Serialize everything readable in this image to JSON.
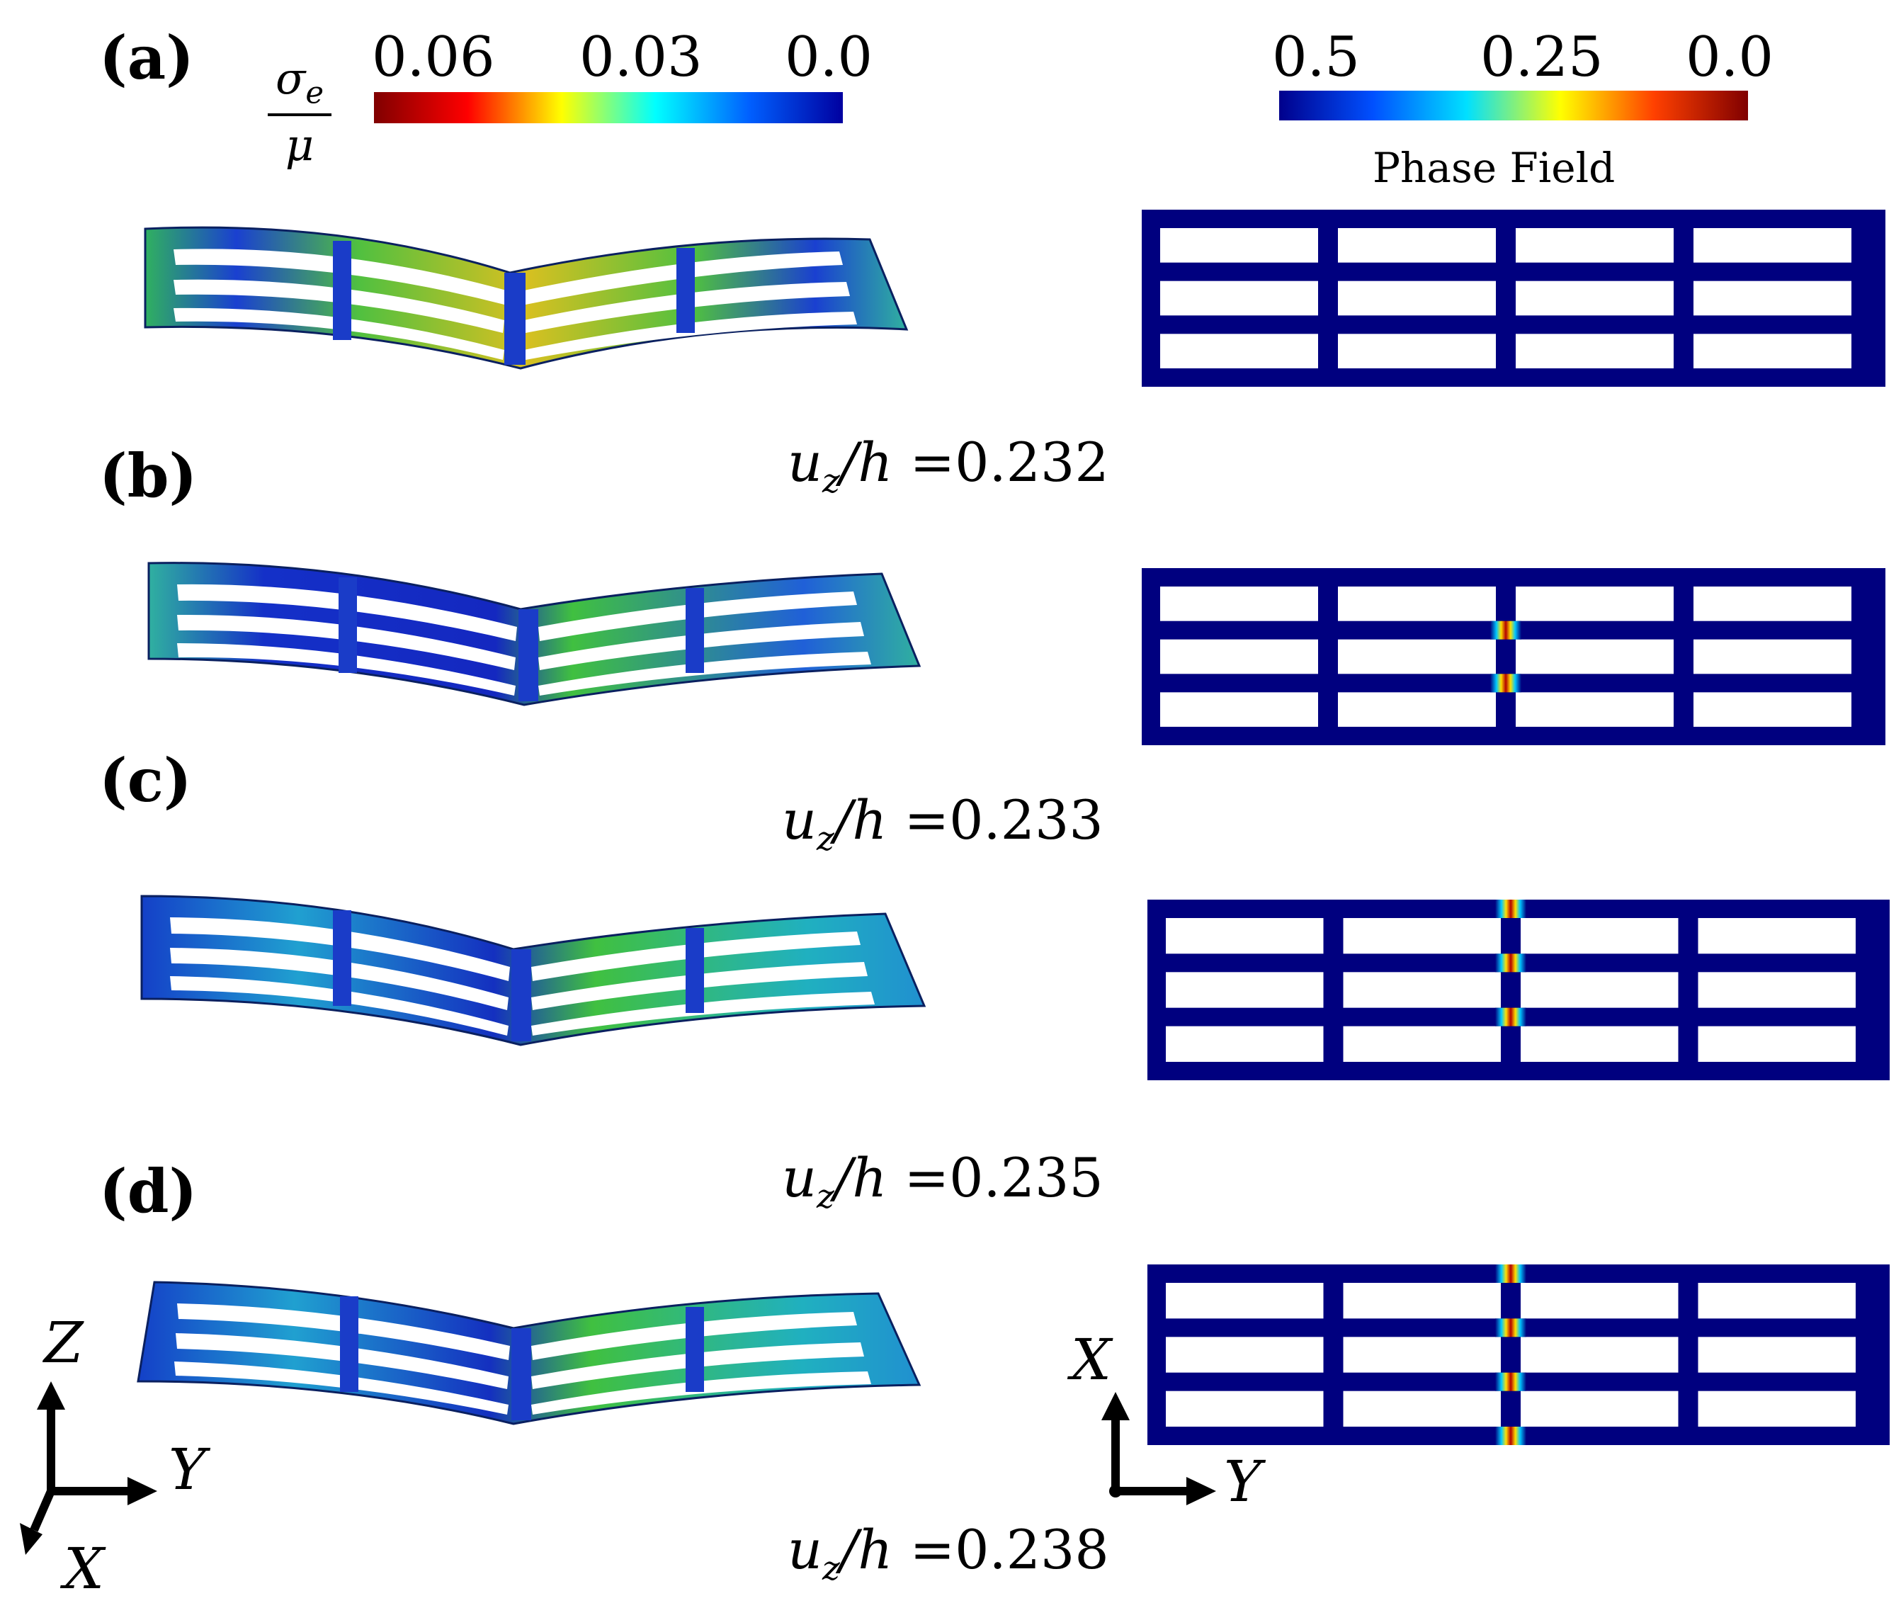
{
  "panels": [
    {
      "label": "(a)",
      "uz_value": "0.232"
    },
    {
      "label": "(b)",
      "uz_value": "0.233"
    },
    {
      "label": "(c)",
      "uz_value": "0.235"
    },
    {
      "label": "(d)",
      "uz_value": "0.238"
    }
  ],
  "uz_prefix": "u",
  "uz_sub": "z",
  "uz_mid": "/h =",
  "stress_bar": {
    "symbol": "σ",
    "symbol_sub": "e",
    "denominator": "μ",
    "ticks": [
      "0.06",
      "0.03",
      "0.0"
    ],
    "colors": [
      "#800000",
      "#ff0000",
      "#ffff00",
      "#00ffff",
      "#0060ff",
      "#0000a0"
    ]
  },
  "phase_bar": {
    "title": "Phase Field",
    "ticks": [
      "0.5",
      "0.25",
      "0.0"
    ],
    "colors": [
      "#00008c",
      "#0050ff",
      "#00e0ff",
      "#ffff00",
      "#ff4000",
      "#800000"
    ]
  },
  "axes_left": {
    "vertical": "Z",
    "horizontal": "Y",
    "diagonal": "X"
  },
  "axes_right": {
    "vertical": "X",
    "horizontal": "Y"
  },
  "colors": {
    "navy": "#00007f",
    "beam_green": "#3cc43c",
    "beam_blue": "#1428c8",
    "crack_red": "#c80000"
  }
}
